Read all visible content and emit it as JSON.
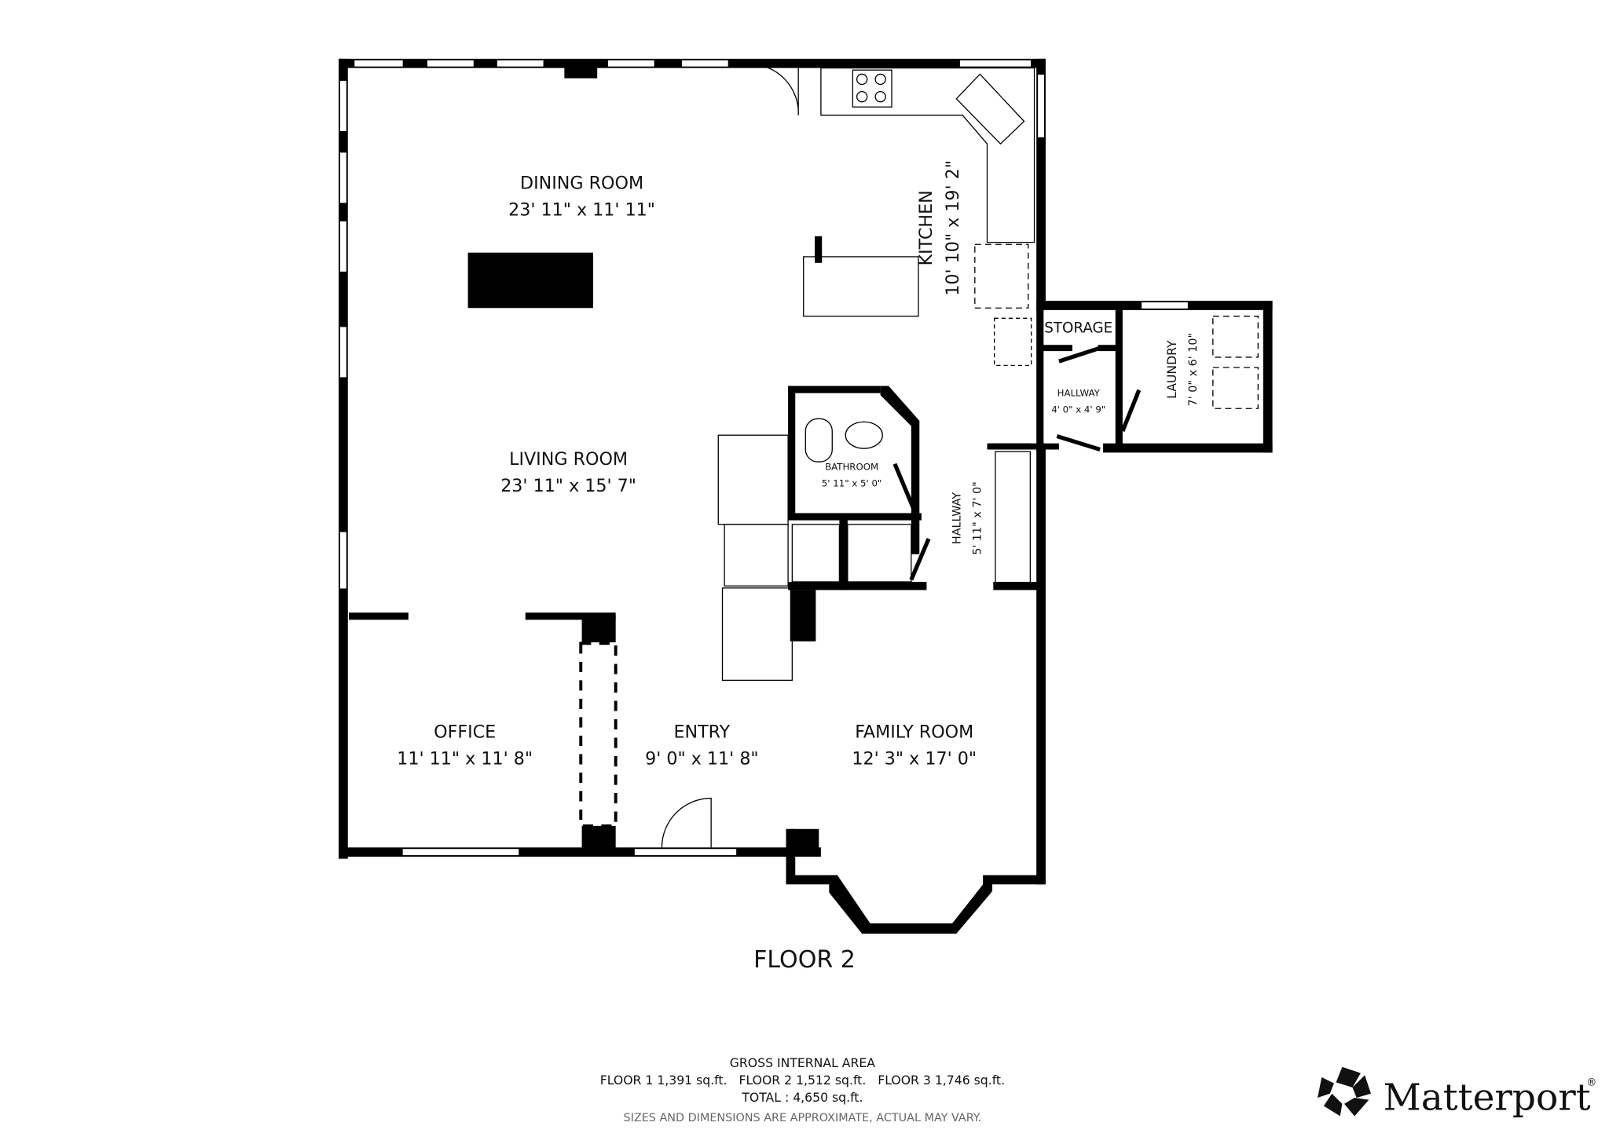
{
  "rooms": {
    "dining": {
      "name": "DINING ROOM",
      "dims": "23' 11\" x 11' 11\""
    },
    "kitchen": {
      "name": "KITCHEN",
      "dims": "10' 10\" x 19' 2\""
    },
    "storage": {
      "name": "STORAGE"
    },
    "laundry": {
      "name": "LAUNDRY",
      "dims": "7' 0\" x 6' 10\""
    },
    "hallway_small": {
      "name": "HALLWAY",
      "dims": "4' 0\" x 4' 9\""
    },
    "living": {
      "name": "LIVING ROOM",
      "dims": "23' 11\" x 15' 7\""
    },
    "bathroom": {
      "name": "BATHROOM",
      "dims": "5' 11\" x 5' 0\""
    },
    "hallway": {
      "name": "HALLWAY",
      "dims": "5' 11\" x 7' 0\""
    },
    "office": {
      "name": "OFFICE",
      "dims": "11' 11\" x 11' 8\""
    },
    "entry": {
      "name": "ENTRY",
      "dims": "9' 0\" x 11' 8\""
    },
    "family": {
      "name": "FAMILY ROOM",
      "dims": "12' 3\" x 17' 0\""
    }
  },
  "floor_title": "FLOOR 2",
  "footer": {
    "heading": "GROSS INTERNAL AREA",
    "floors_line": "FLOOR 1 1,391 sq.ft.   FLOOR 2 1,512 sq.ft.   FLOOR 3 1,746 sq.ft.",
    "total": "TOTAL :  4,650 sq.ft.",
    "disclaimer": "SIZES AND DIMENSIONS ARE APPROXIMATE, ACTUAL MAY VARY."
  },
  "brand": {
    "name": "Matterport",
    "mark": "®"
  }
}
